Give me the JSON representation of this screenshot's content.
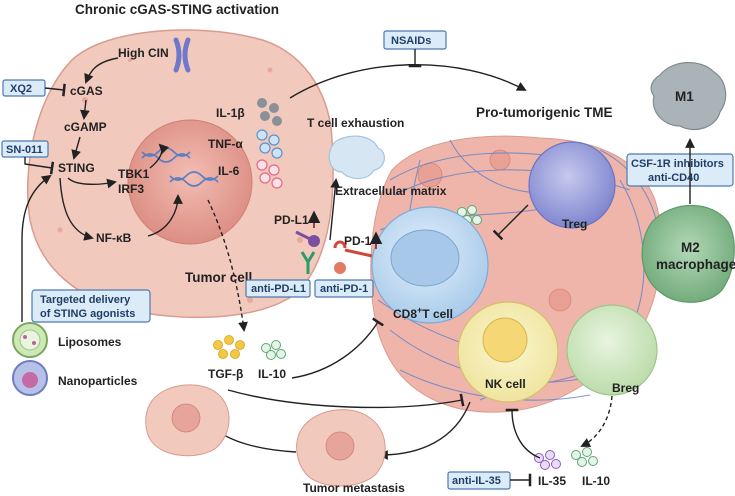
{
  "title": "Chronic cGAS-STING activation",
  "tumor_cell": {
    "label": "Tumor cell",
    "pathway": {
      "high_cin": "High CIN",
      "cgas": "cGAS",
      "cgamp": "cGAMP",
      "sting": "STING",
      "tbk1": "TBK1",
      "irf3": "IRF3",
      "nfkb": "NF-κB"
    },
    "cytokines": {
      "il1b": "IL-1β",
      "tnfa": "TNF-α",
      "il6": "IL-6"
    }
  },
  "inhibitors": {
    "xq2": "XQ2",
    "sn011": "SN-011",
    "nsaids": "NSAIDs",
    "targeted_delivery": [
      "Targeted delivery",
      "of STING agonists"
    ],
    "csf1r": [
      "CSF-1R inhibitors",
      "anti-CD40"
    ],
    "anti_pdl1": "anti-PD-L1",
    "anti_pd1": "anti-PD-1",
    "anti_il35": "anti-IL-35"
  },
  "delivery": {
    "liposomes": "Liposomes",
    "nanoparticles": "Nanoparticles"
  },
  "tme": {
    "title": "Pro-tumorigenic TME",
    "ecm": "Extracellular matrix",
    "t_cell_exhaustion": "T cell exhaustion",
    "pdl1": "PD-L1",
    "pd1": "PD-1",
    "cd8": "CD8",
    "cd8_sup": "+",
    "cd8_tail": "T cell",
    "treg": "Treg",
    "nk": "NK cell",
    "breg": "Breg",
    "m1": "M1",
    "m2": [
      "M2",
      "macrophage"
    ]
  },
  "secreted": {
    "tgfb": "TGF-β",
    "il10_left": "IL-10",
    "il35": "IL-35",
    "il10_right": "IL-10"
  },
  "metastasis": "Tumor metastasis",
  "colors": {
    "tumor_cell": "#f2c9bd",
    "nucleus": "#e7a49a",
    "tme_mass": "#f0b5aa",
    "ecm_fiber": "#6a86c6",
    "box_fill": "#dcebf8",
    "box_stroke": "#4c7ab0",
    "up_arrow": "#9b2c2c"
  }
}
